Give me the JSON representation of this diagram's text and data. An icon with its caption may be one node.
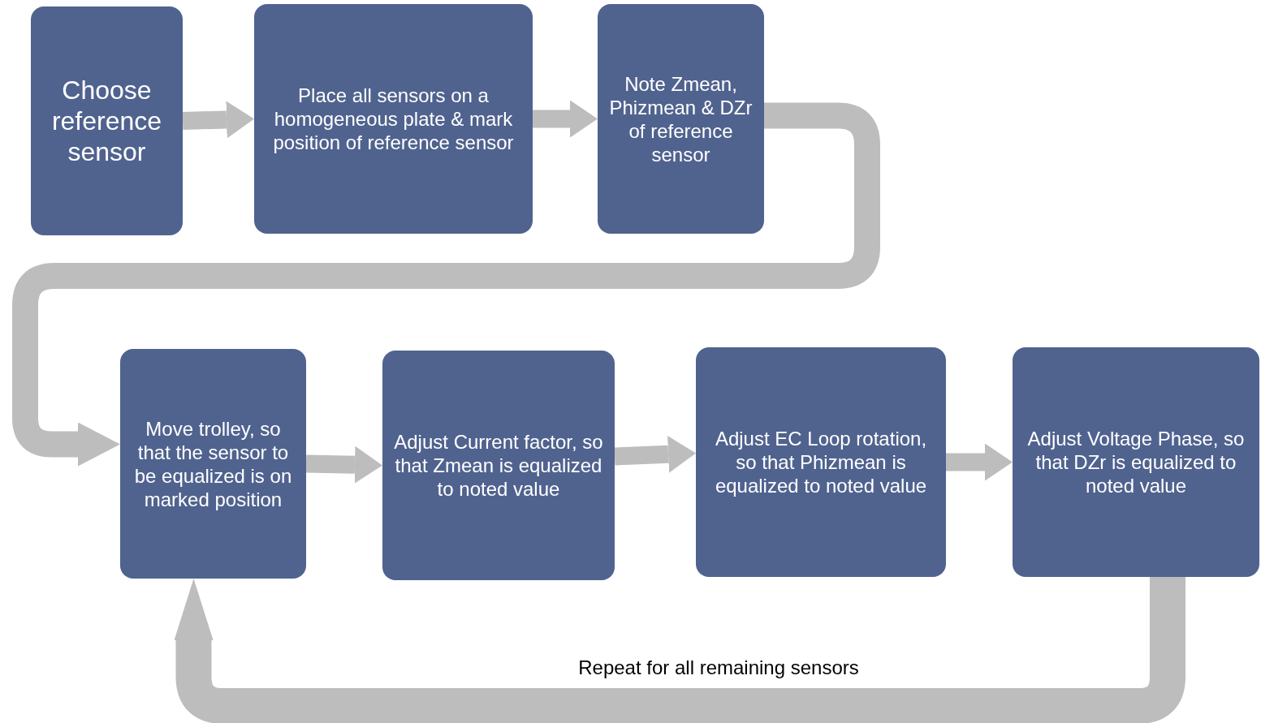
{
  "diagram": {
    "nodes": [
      {
        "text": [
          "Choose reference sensor"
        ]
      },
      {
        "text": [
          "Place all sensors on a homogeneous plate & mark position of reference sensor"
        ]
      },
      {
        "text": [
          "Note Zmean, Phizmean & DZr of reference sensor"
        ]
      },
      {
        "text": [
          "Move trolley, so that the sensor to be equalized is on marked position"
        ]
      },
      {
        "text": [
          "Adjust Current factor, so that Zmean is equalized to noted value"
        ]
      },
      {
        "text": [
          "Adjust EC Loop rotation, so that Phizmean is equalized to noted value"
        ]
      },
      {
        "text": [
          "Adjust Voltage Phase, so that DZr is equalized to noted value"
        ]
      }
    ],
    "edges": [
      {
        "from": 0,
        "to": 1,
        "arrow": "to"
      },
      {
        "from": 1,
        "to": 2,
        "arrow": "to"
      },
      {
        "from": 2,
        "to": 3,
        "arrow": "to"
      },
      {
        "from": 3,
        "to": 4,
        "arrow": "to"
      },
      {
        "from": 4,
        "to": 5,
        "arrow": "to"
      },
      {
        "from": 5,
        "to": 6,
        "arrow": "to"
      },
      {
        "from": 6,
        "to": 3,
        "arrow": "to",
        "style": "thick",
        "label": "Repeat for all remaining sensors"
      }
    ]
  }
}
